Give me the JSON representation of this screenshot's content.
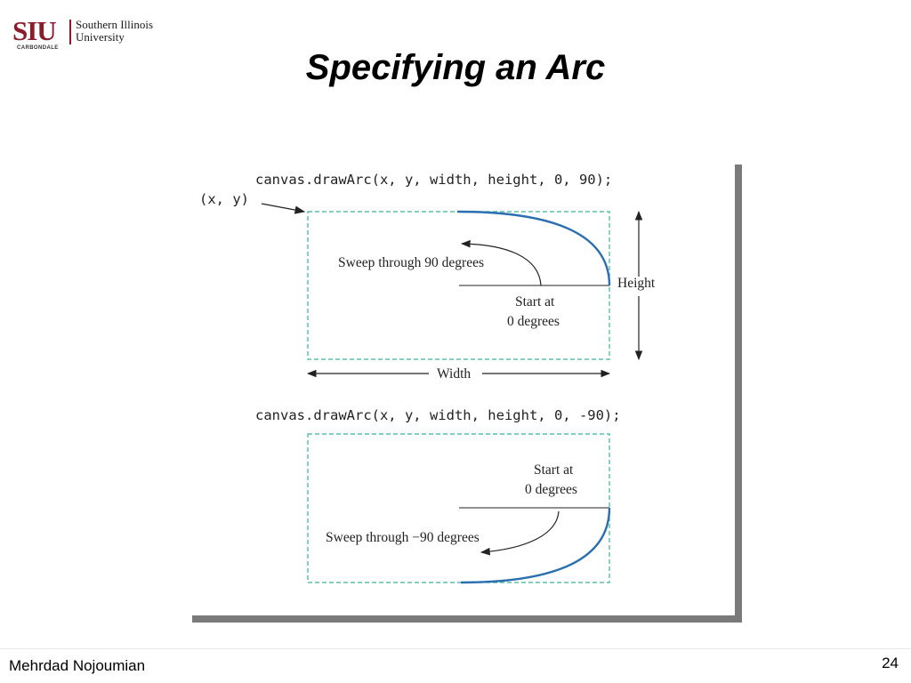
{
  "logo": {
    "mark": "SIU",
    "name": "Southern Illinois\nUniversity",
    "campus": "CARBONDALE",
    "color": "#8a1c2b"
  },
  "title": "Specifying an Arc",
  "figure": {
    "top": {
      "code": "canvas.drawArc(x, y, width, height, 0, 90);",
      "origin_label": "(x, y)",
      "sweep_label": "Sweep through 90 degrees",
      "start_line1": "Start at",
      "start_line2": "0 degrees",
      "height_label": "Height",
      "width_label": "Width"
    },
    "bottom": {
      "code": "canvas.drawArc(x, y, width, height, 0, -90);",
      "start_line1": "Start at",
      "start_line2": "0 degrees",
      "sweep_label": "Sweep through −90 degrees"
    },
    "colors": {
      "arc": "#2a6fb0",
      "bounding_box": "#3bb39a"
    }
  },
  "footer": {
    "author": "Mehrdad Nojoumian",
    "page_number": "24"
  }
}
